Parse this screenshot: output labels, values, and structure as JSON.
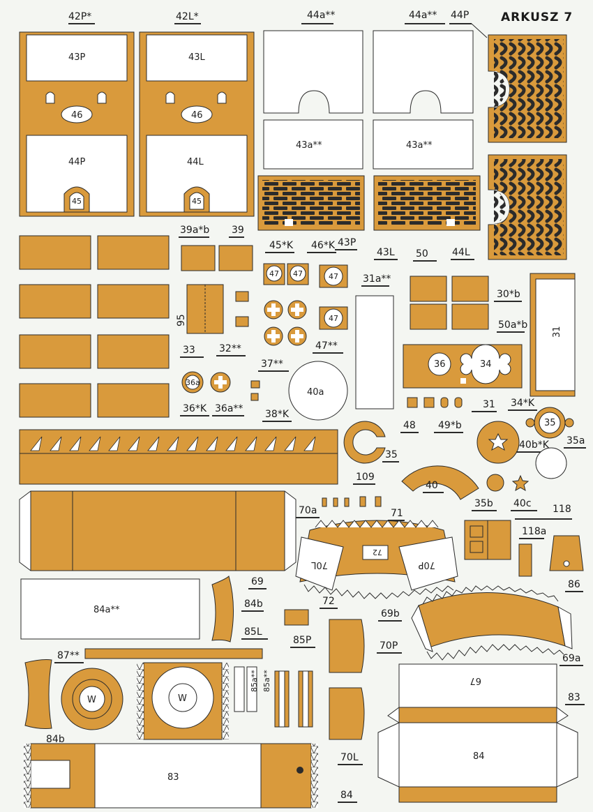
{
  "sheet": {
    "title": "ARKUSZ 7",
    "colors": {
      "paper": "#f4f6f2",
      "part": "#d99a3c",
      "line": "#2a2a2a",
      "dark": "#2b2b2b",
      "white": "#ffffff"
    }
  },
  "labels": {
    "l42p": "42P*",
    "l42l": "42L*",
    "l44a_1": "44a**",
    "l44a_2": "44a**",
    "l44p": "44P",
    "i43p": "43P",
    "i43l": "43L",
    "i46a": "46",
    "i46b": "46",
    "i44p": "44P",
    "i44l": "44L",
    "i45a": "45",
    "i45b": "45",
    "i43a_1": "43a**",
    "i43a_2": "43a**",
    "l43p": "43P",
    "l43l": "43L",
    "l44l": "44L",
    "l39ab": "39a*b",
    "l39": "39",
    "l45k": "45*K",
    "l46k": "46*K",
    "l50": "50",
    "i47a": "47",
    "i47b": "47",
    "i47c": "47",
    "i47d": "47",
    "l31a": "31a**",
    "l30b": "30*b",
    "l50a": "50a*b",
    "i31": "31",
    "l95": "95",
    "l33": "33",
    "l32": "32**",
    "l47": "47**",
    "l37": "37**",
    "l38": "38*K",
    "i40a": "40a",
    "i36": "36",
    "i34": "34",
    "l31": "31",
    "i36a": "36a",
    "l36k": "36*K",
    "l36a": "36a**",
    "l48": "48",
    "l49b": "49*b",
    "l34k": "34*K",
    "i35": "35",
    "l40bk": "40b*K",
    "l35a": "35a",
    "l35": "35",
    "l109": "109",
    "l40": "40",
    "l35b": "35b",
    "l40c": "40c",
    "l70a": "70a",
    "l71": "71",
    "l118": "118",
    "l118a": "118a",
    "i70l": "70L",
    "i72": "72",
    "i70p": "70P",
    "l86": "86",
    "l69": "69",
    "l69b": "69b",
    "i84a": "84a**",
    "l84b_1": "84b",
    "l72": "72",
    "l85l": "85L",
    "l85p": "85P",
    "l70p": "70P",
    "l69a": "69a",
    "l87": "87**",
    "iW1": "W",
    "iW2": "W",
    "i85a1": "85a**",
    "i85a2": "85a**",
    "i67": "67",
    "l83": "83",
    "i84": "84",
    "l84b_2": "84b",
    "i83": "83",
    "l70l": "70L",
    "l84": "84"
  }
}
